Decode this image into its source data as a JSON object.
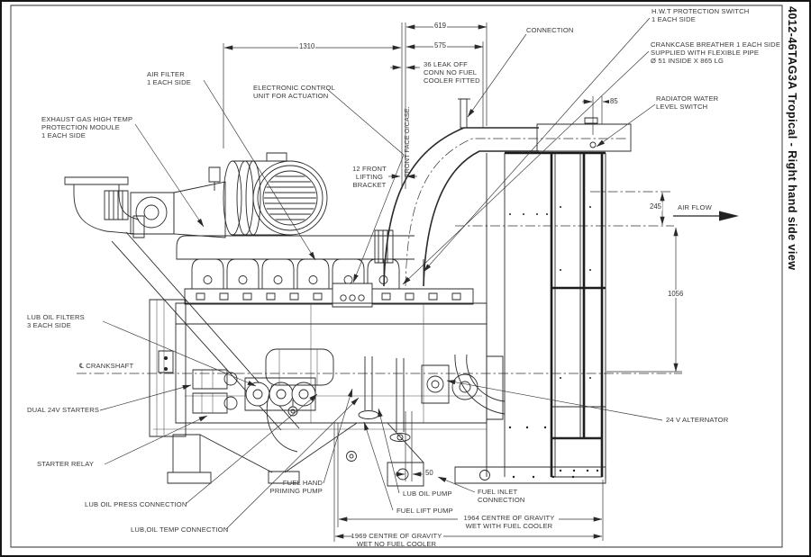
{
  "title_vertical": "4012-46TAG3A Tropical - Right hand side view",
  "labels": {
    "air_filter": "AIR FILTER\n1 EACH SIDE",
    "exhaust_module": "EXHAUST GAS HIGH TEMP\nPROTECTION MODULE\n1 EACH SIDE",
    "ecu": "ELECTRONIC CONTROL\nUNIT FOR ACTUATION",
    "front_lifting_bracket": "12 FRONT\nLIFTING\nBRACKET",
    "connection": "CONNECTION",
    "hwt_switch": "H.W.T PROTECTION SWITCH\n1 EACH SIDE",
    "crankcase_breather": "CRANKCASE BREATHER 1 EACH SIDE\nSUPPLIED WITH FLEXIBLE PIPE\nØ 51 INSIDE X 865 LG",
    "radiator_switch": "RADIATOR WATER\nLEVEL SWITCH",
    "air_flow": "AIR FLOW",
    "alternator": "24 V ALTERNATOR",
    "lub_oil_filters": "LUB OIL FILTERS\n3 EACH SIDE",
    "crankshaft": "℄ CRANKSHAFT",
    "dual_starters": "DUAL 24V STARTERS",
    "starter_relay": "STARTER RELAY",
    "lub_press": "LUB OIL PRESS CONNECTION",
    "lub_temp": "LUB,OIL TEMP CONNECTION",
    "fuel_hand": "FUEL HAND\nPRIMING PUMP",
    "lub_pump": "LUB OIL PUMP",
    "fuel_lift": "FUEL LIFT PUMP",
    "fuel_inlet": "FUEL INLET\nCONNECTION",
    "cg_wet": "1964 CENTRE OF GRAVITY\nWET WITH FUEL COOLER",
    "cg_dry": "1969 CENTRE OF GRAVITY\nWET NO FUEL COOLER",
    "leak_off": "36 LEAK OFF\nCONN NO FUEL\nCOOLER FITTED",
    "front_face": "FRONT FACE O/CASE."
  },
  "dimensions": {
    "overall_length": "1310",
    "rear_619": "619",
    "rear_575": "575",
    "cap_offset": "85",
    "fan_offset": "245",
    "core_height": "1056",
    "pump_offset": "50"
  },
  "colors": {
    "line": "#2a2a2a",
    "text": "#383838",
    "background": "#ffffff"
  }
}
